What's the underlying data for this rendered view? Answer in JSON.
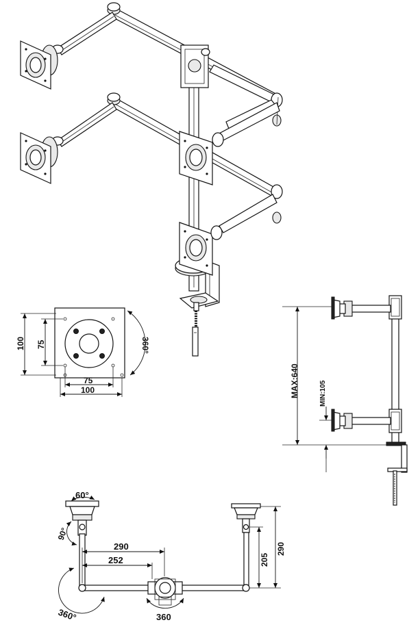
{
  "face_plate": {
    "height_outer": "100",
    "height_inner": "75",
    "width_inner": "75",
    "width_outer": "100",
    "rotation": "360°"
  },
  "side_view": {
    "max_height": "MAX:640",
    "min_height": "MIN:105"
  },
  "top_view": {
    "tilt_top": "60°",
    "tilt_side": "90°",
    "reach_long": "290",
    "reach_short": "252",
    "depth_right": "205",
    "depth_total": "290",
    "rotation_left": "360°",
    "rotation_center": "360"
  }
}
